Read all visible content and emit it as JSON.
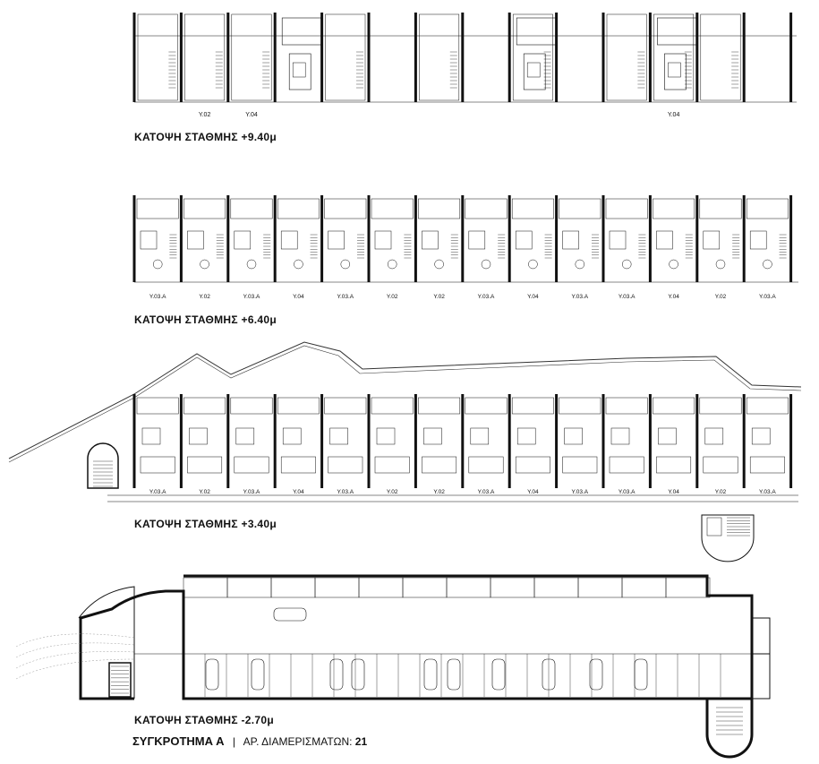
{
  "levels": {
    "top": {
      "title": "ΚΑΤΟΨΗ ΣΤΑΘΜΗΣ +9.40μ",
      "units": [
        "",
        "Y.02",
        "Y.04",
        "",
        "",
        "",
        "",
        "Y.04",
        ""
      ]
    },
    "mid": {
      "title": "ΚΑΤΟΨΗ ΣΤΑΘΜΗΣ +6.40μ",
      "units": [
        "Y.03.A",
        "Y.02",
        "Y.03.A",
        "Y.04",
        "Y.03.A",
        "Y.02",
        "Y.02",
        "Y.03.A",
        "Y.04",
        "Y.03.A",
        "Y.03.A",
        "Y.04",
        "Y.02",
        "Y.03.A"
      ]
    },
    "ground": {
      "title": "ΚΑΤΟΨΗ ΣΤΑΘΜΗΣ +3.40μ",
      "units": [
        "Y.03.A",
        "Y.02",
        "Y.03.A",
        "Y.04",
        "Y.03.A",
        "Y.02",
        "Y.02",
        "Y.03.A",
        "Y.04",
        "Y.03.A",
        "Y.03.A",
        "Y.04",
        "Y.02",
        "Y.03.A"
      ]
    },
    "basement": {
      "title": "ΚΑΤΟΨΗ ΣΤΑΘΜΗΣ -2.70μ"
    }
  },
  "complex": {
    "name": "ΣΥΓΚΡΟΤΗΜΑ Α",
    "separator": "|",
    "count_label": "ΑΡ. ΔΙΑΜΕΡΙΣΜΑΤΩΝ:",
    "count": "21"
  }
}
